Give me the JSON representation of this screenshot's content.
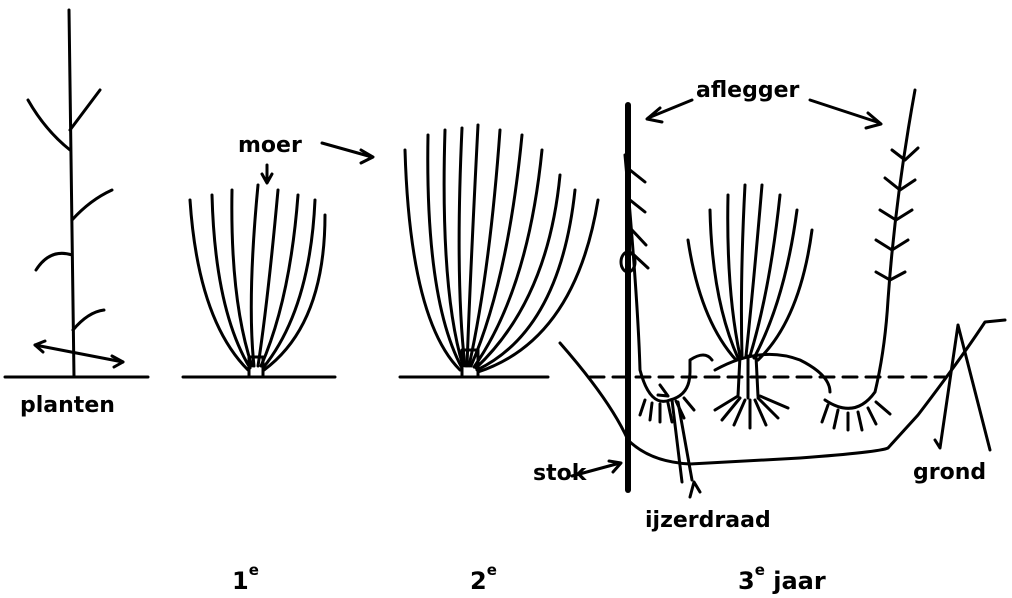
{
  "labels": {
    "planten": "planten",
    "moer": "moer",
    "aflegger": "aflegger",
    "stok": "stok",
    "ijzerdraad": "ijzerdraad",
    "grond": "grond"
  },
  "stages": [
    {
      "number": "1",
      "suffix": "e",
      "word": ""
    },
    {
      "number": "2",
      "suffix": "e",
      "word": ""
    },
    {
      "number": "3",
      "suffix": "e",
      "word": "jaar"
    }
  ],
  "colors": {
    "ink": "#000000",
    "paper": "#ffffff"
  }
}
